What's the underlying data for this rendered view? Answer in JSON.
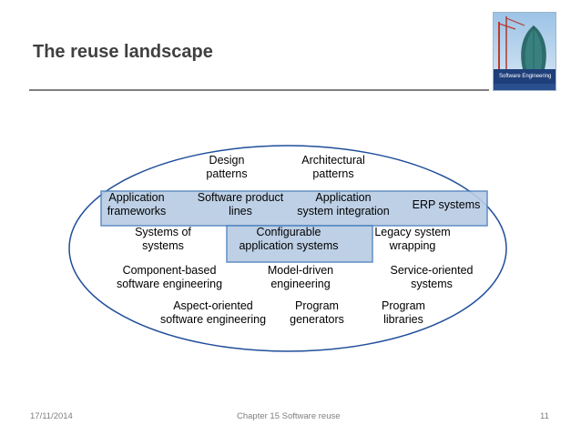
{
  "slide": {
    "title": "The reuse landscape",
    "cover_text": "Software Engineering",
    "footer": {
      "date": "17/11/2014",
      "center": "Chapter 15 Software reuse",
      "page": "11"
    }
  },
  "diagram": {
    "items": [
      {
        "id": "design-patterns",
        "lines": [
          "Design",
          "patterns"
        ]
      },
      {
        "id": "architectural-patterns",
        "lines": [
          "Architectural",
          "patterns"
        ]
      },
      {
        "id": "application-frameworks",
        "lines": [
          "Application",
          "frameworks"
        ]
      },
      {
        "id": "software-product-lines",
        "lines": [
          "Software product",
          "lines"
        ]
      },
      {
        "id": "application-system-integration",
        "lines": [
          "Application",
          "system integration"
        ]
      },
      {
        "id": "erp-systems",
        "lines": [
          "ERP systems"
        ]
      },
      {
        "id": "systems-of-systems",
        "lines": [
          "Systems of",
          "systems"
        ]
      },
      {
        "id": "configurable-application-systems",
        "lines": [
          "Configurable",
          "application systems"
        ]
      },
      {
        "id": "legacy-system-wrapping",
        "lines": [
          "Legacy system",
          "wrapping"
        ]
      },
      {
        "id": "component-based-software-engineering",
        "lines": [
          "Component-based",
          "software engineering"
        ]
      },
      {
        "id": "model-driven-engineering",
        "lines": [
          "Model-driven",
          "engineering"
        ]
      },
      {
        "id": "service-oriented-systems",
        "lines": [
          "Service-oriented",
          "systems"
        ]
      },
      {
        "id": "aspect-oriented-software-engineering",
        "lines": [
          "Aspect-oriented",
          "software engineering"
        ]
      },
      {
        "id": "program-generators",
        "lines": [
          "Program",
          "generators"
        ]
      },
      {
        "id": "program-libraries",
        "lines": [
          "Program",
          "libraries"
        ]
      }
    ]
  },
  "colors": {
    "title": "#404040",
    "ellipse": "#1f4e9a",
    "box_fill": "#b8cce4",
    "box_stroke": "#4f81bd"
  }
}
